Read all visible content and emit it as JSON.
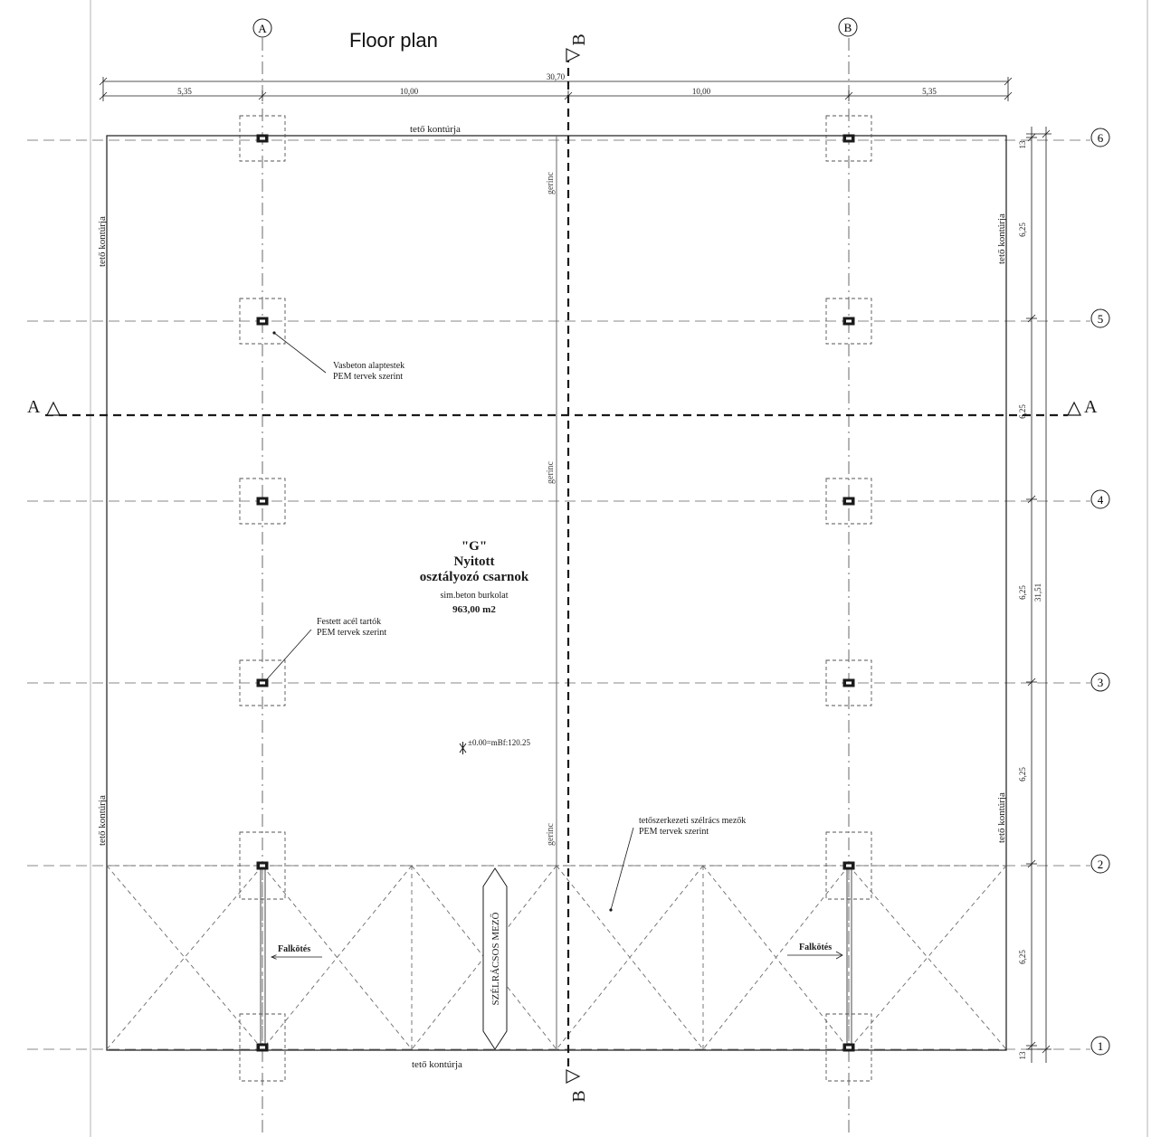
{
  "title": "Floor plan",
  "grid_axes": {
    "columns": [
      "A",
      "B"
    ],
    "rows": [
      "6",
      "5",
      "4",
      "3",
      "2",
      "1"
    ]
  },
  "dimensions": {
    "overall_width": "30,70",
    "segments": [
      "5,35",
      "10,00",
      "10,00",
      "5,35"
    ],
    "overall_depth": "31,51",
    "bays": [
      "6,25",
      "6,25",
      "6,25",
      "6,25",
      "6,25"
    ],
    "edge_offsets": [
      "13",
      "13"
    ]
  },
  "sections": {
    "aa_label": "A",
    "bb_label": "B"
  },
  "roof_contour_label": "tető kontúrja",
  "ridge_label": "gerinc",
  "room": {
    "code": "\"G\"",
    "name_line1": "Nyitott",
    "name_line2": "osztályozó csarnok",
    "finish": "sim.beton burkolat",
    "area": "963,00 m2"
  },
  "level_mark": "±0.00=mBf:120.25",
  "annotations": {
    "foundation_line1": "Vasbeton alaptestek",
    "foundation_line2": "PEM tervek szerint",
    "steel_line1": "Festett acél tartók",
    "steel_line2": "PEM tervek szerint",
    "bracing_line1": "tetőszerkezeti szélrács mezők",
    "bracing_line2": "PEM tervek szerint",
    "wind_field": "SZÉLRÁCSOS MEZŐ",
    "wall_tie": "Falkötés"
  },
  "colors": {
    "ink": "#1a1a1a",
    "faint": "#8a8a8a",
    "paper": "#ffffff"
  }
}
